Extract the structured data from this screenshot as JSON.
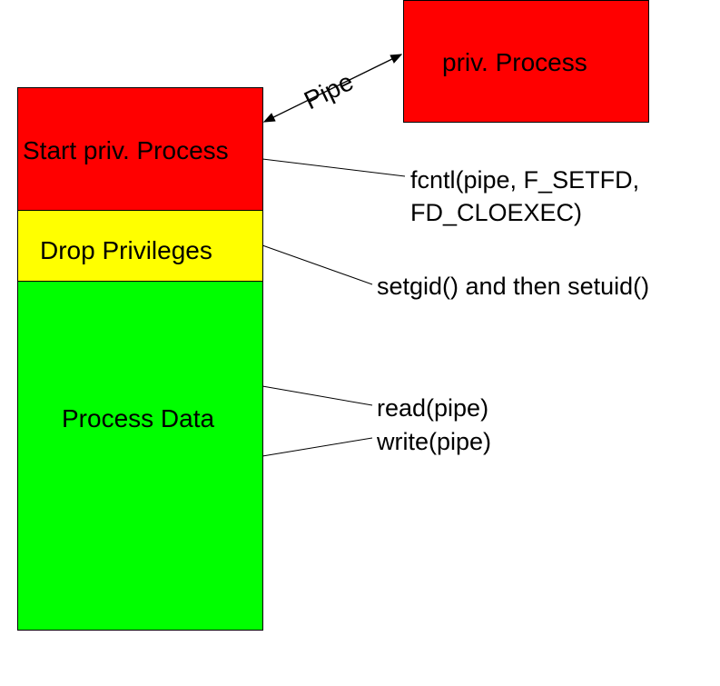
{
  "colors": {
    "red": "#ff0000",
    "yellow": "#ffff00",
    "green": "#00ff00",
    "outline": "#000000"
  },
  "main_process": {
    "start_label": "Start priv. Process",
    "drop_label": "Drop Privileges",
    "data_label": "Process Data"
  },
  "priv_process": {
    "label": "priv. Process"
  },
  "pipe": {
    "label": "Pipe"
  },
  "calls": {
    "fcntl_line1": "fcntl(pipe, F_SETFD,",
    "fcntl_line2": "FD_CLOEXEC)",
    "setid": "setgid() and then setuid()",
    "read": "read(pipe)",
    "write": "write(pipe)"
  }
}
